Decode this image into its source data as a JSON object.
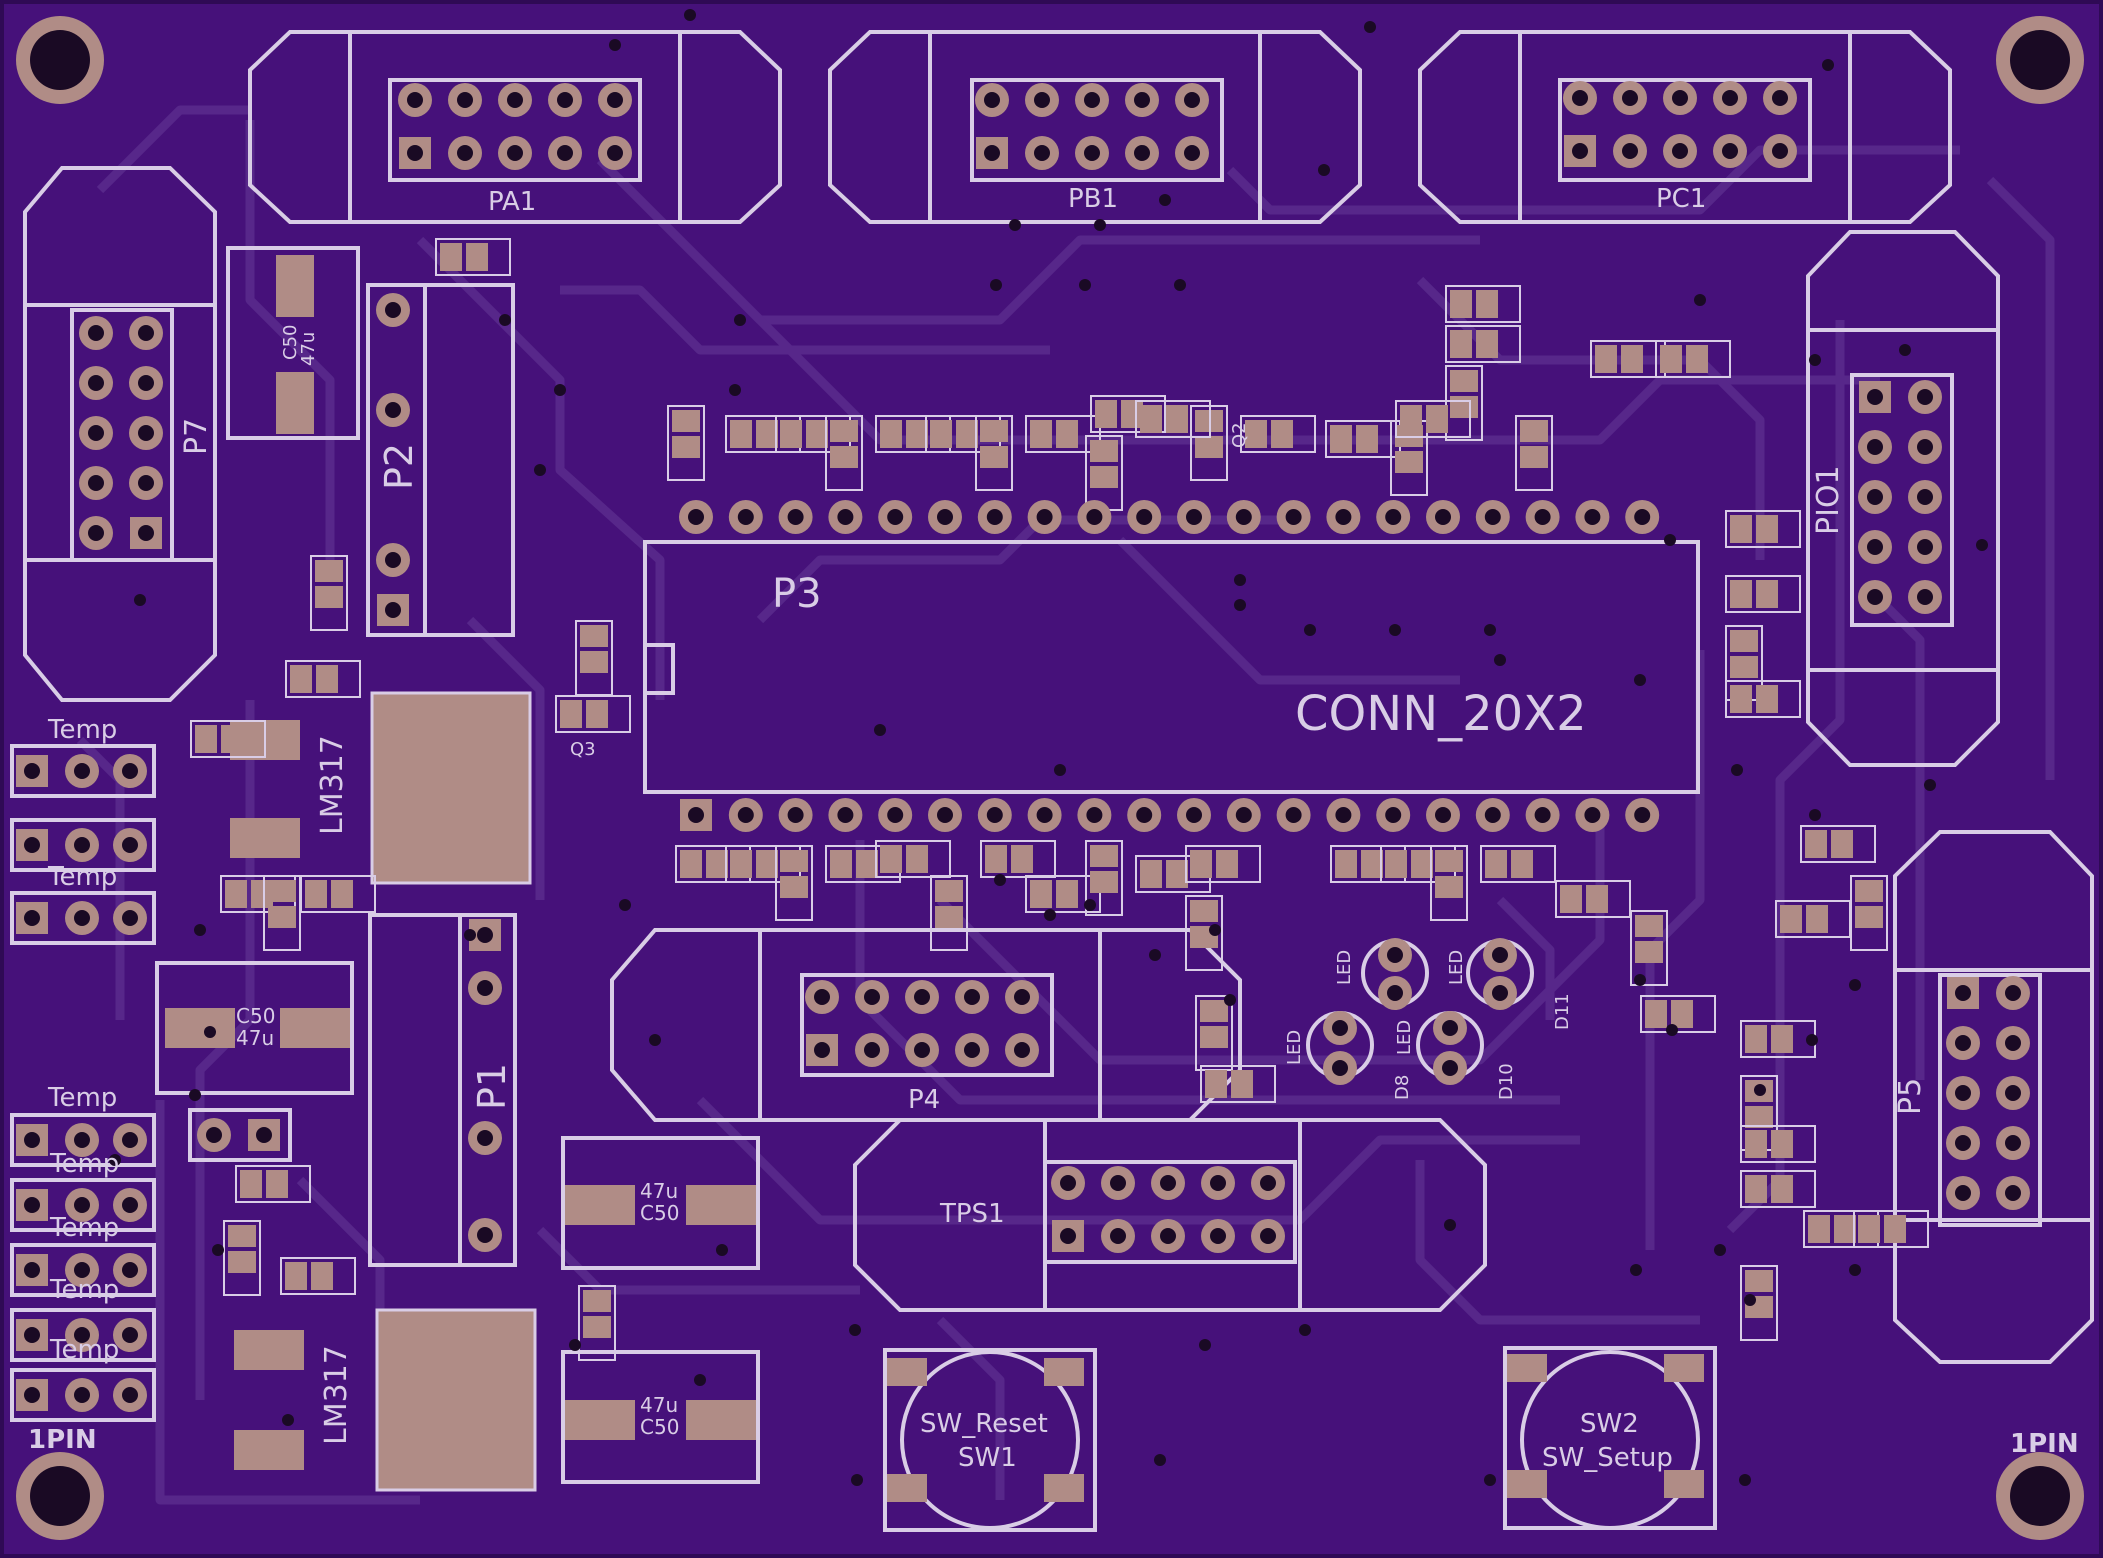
{
  "board": {
    "colors": {
      "substrate": "#46117a",
      "substrate_edge": "#3a0d66",
      "trace": "#5a2a8e",
      "silkscreen": "#d9cde6",
      "pad": "#b08c86",
      "pad_dark": "#8d6d6a",
      "drill": "#1a0a24",
      "mount_ring": "#b08c86"
    },
    "labels": {
      "pa1": "PA1",
      "pb1": "PB1",
      "pc1": "PC1",
      "p7": "P7",
      "p2": "P2",
      "p3": "P3",
      "conn": "CONN_20X2",
      "pio1": "PIO1",
      "p1": "P1",
      "p4": "P4",
      "p5": "P5",
      "tps1": "TPS1",
      "lm317_top": "LM317",
      "lm317_bottom": "LM317",
      "temp_1": "Temp",
      "temp_2": "Temp",
      "temp_3": "Temp",
      "temp_4": "Temp",
      "temp_5": "Temp",
      "temp_6": "Temp",
      "temp_7": "Temp",
      "onepin_left": "1PIN",
      "onepin_right": "1PIN",
      "sw_reset": "SW_Reset",
      "sw1": "SW1",
      "sw2": "SW2",
      "sw_setup": "SW_Setup",
      "cap_c50_a": "C50",
      "cap_c50_b": "C50",
      "cap_c50_c": "C50",
      "cap_c50_d": "C50",
      "cap_47u_a": "47u",
      "cap_47u_b": "47u",
      "cap_47u_c": "47u",
      "cap_47u_d": "47u",
      "led_d8": "D8",
      "led_d10": "D10",
      "led_d11": "D11",
      "led_text": "LED",
      "q2": "Q2",
      "q3": "Q3"
    }
  }
}
